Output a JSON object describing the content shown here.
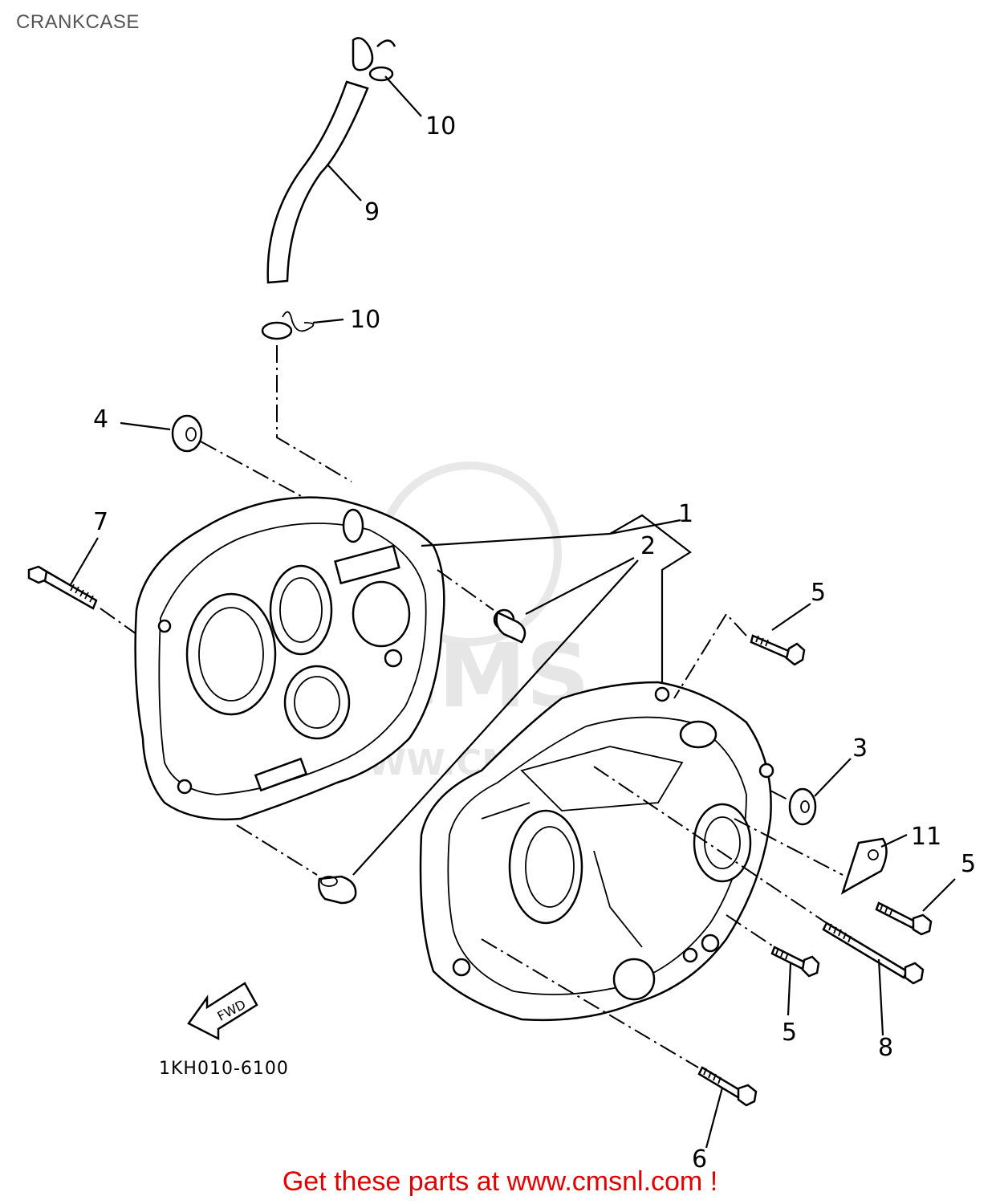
{
  "title": "CRANKCASE",
  "diagram_code": "1KH010-6100",
  "fwd_label": "FWD",
  "watermark": {
    "logo_text": "CMS",
    "url_text": "WWW.CMSNL.COM"
  },
  "callouts": {
    "c1": "1",
    "c2": "2",
    "c3": "3",
    "c4": "4",
    "c5a": "5",
    "c5b": "5",
    "c5c": "5",
    "c6": "6",
    "c7": "7",
    "c8": "8",
    "c9": "9",
    "c10a": "10",
    "c10b": "10",
    "c11": "11"
  },
  "footer": "Get these parts at www.cmsnl.com !"
}
